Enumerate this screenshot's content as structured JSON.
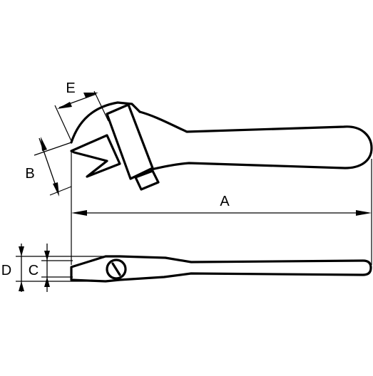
{
  "diagram": {
    "labels": {
      "length": "A",
      "jaw_depth": "B",
      "jaw_opening_side": "C",
      "head_thickness": "D",
      "jaw_width": "E"
    }
  }
}
